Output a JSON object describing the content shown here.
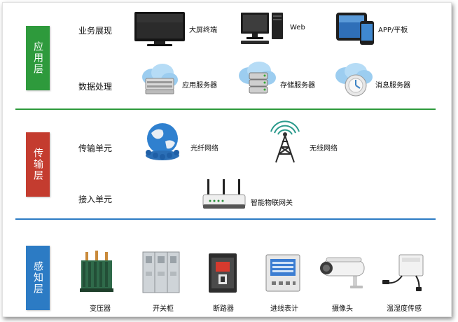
{
  "colors": {
    "application": "#2e9a3c",
    "transport": "#c43c2f",
    "sensing": "#2c7bc4",
    "sep_green": "#2e9a3c",
    "sep_blue": "#2c7bc4"
  },
  "application_layer": {
    "tag": "应用层",
    "rows": [
      {
        "label": "业务展现",
        "items": [
          {
            "icon": "tv-icon",
            "label": "大屏终端"
          },
          {
            "icon": "desktop-computer-icon",
            "label": "Web"
          },
          {
            "icon": "tablet-phone-icon",
            "label": "APP/平板"
          }
        ]
      },
      {
        "label": "数据处理",
        "items": [
          {
            "icon": "app-server-icon",
            "label": "应用服务器"
          },
          {
            "icon": "storage-server-icon",
            "label": "存储服务器"
          },
          {
            "icon": "message-server-icon",
            "label": "消息服务器"
          }
        ]
      }
    ]
  },
  "transport_layer": {
    "tag": "传输层",
    "rows": [
      {
        "label": "传输单元",
        "items": [
          {
            "icon": "globe-network-icon",
            "label": "光纤网络"
          },
          {
            "icon": "radio-tower-icon",
            "label": "无线网络"
          }
        ]
      },
      {
        "label": "接入单元",
        "items": [
          {
            "icon": "router-icon",
            "label": "智能物联网关"
          }
        ]
      }
    ]
  },
  "sensing_layer": {
    "tag": "感知层",
    "items": [
      {
        "icon": "transformer-icon",
        "label": "变压器"
      },
      {
        "icon": "switch-cabinet-icon",
        "label": "开关柜"
      },
      {
        "icon": "circuit-breaker-icon",
        "label": "断路器"
      },
      {
        "icon": "power-meter-icon",
        "label": "进线表计"
      },
      {
        "icon": "camera-icon",
        "label": "摄像头"
      },
      {
        "icon": "humidity-sensor-icon",
        "label": "温湿度传感"
      }
    ]
  }
}
